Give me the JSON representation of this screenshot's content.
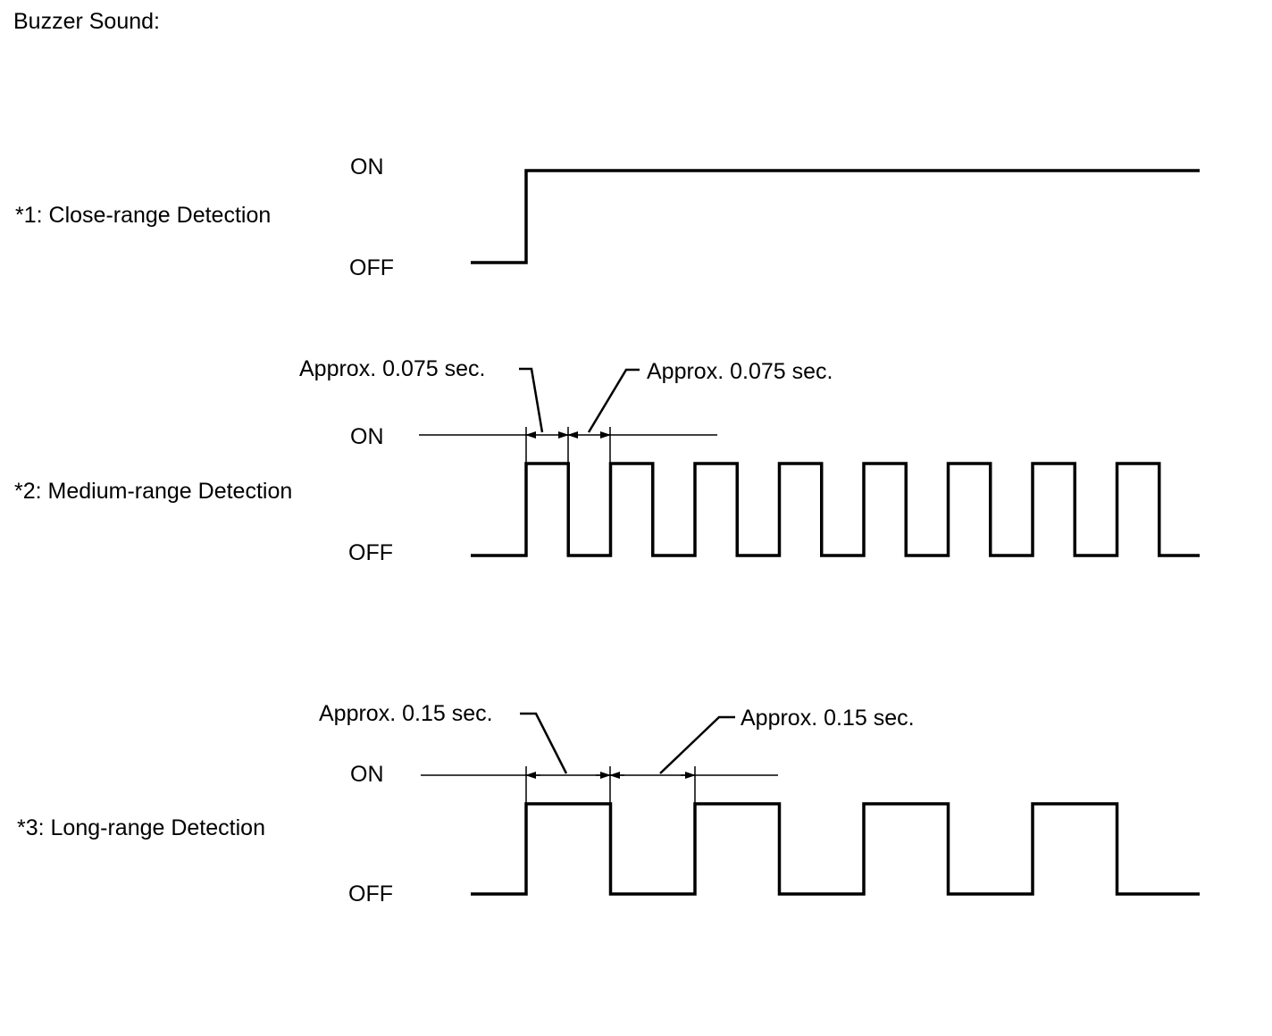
{
  "title": "Buzzer Sound:",
  "colors": {
    "line": "#000000",
    "background": "#ffffff"
  },
  "rows": [
    {
      "id": "close",
      "label": "*1: Close-range Detection",
      "on_label": "ON",
      "off_label": "OFF",
      "waveform": "step-on",
      "pulse_count": 0,
      "annotations": []
    },
    {
      "id": "medium",
      "label": "*2: Medium-range Detection",
      "on_label": "ON",
      "off_label": "OFF",
      "waveform": "square",
      "pulse_count": 8,
      "annotations": [
        {
          "text": "Approx. 0.075 sec.",
          "measures": "on-duration"
        },
        {
          "text": "Approx. 0.075 sec.",
          "measures": "off-duration"
        }
      ]
    },
    {
      "id": "long",
      "label": "*3: Long-range Detection",
      "on_label": "ON",
      "off_label": "OFF",
      "waveform": "square",
      "pulse_count": 4,
      "annotations": [
        {
          "text": "Approx. 0.15 sec.",
          "measures": "on-duration"
        },
        {
          "text": "Approx. 0.15 sec.",
          "measures": "off-duration"
        }
      ]
    }
  ]
}
